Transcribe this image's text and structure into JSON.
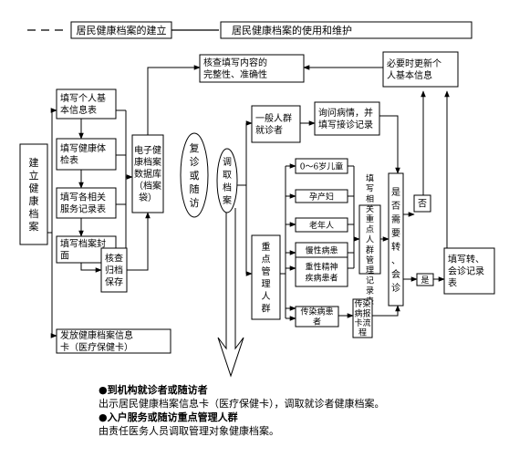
{
  "legend": {
    "left": "居民健康档案的建立",
    "right": "居民健康档案的使用和维护"
  },
  "nodes": {
    "build": [
      "建",
      "立",
      "健",
      "康",
      "档",
      "案"
    ],
    "fill_basic": [
      "填写个人基",
      "本信息表"
    ],
    "fill_health": [
      "填写健康体",
      "检表"
    ],
    "fill_service": [
      "填写各相关",
      "服务记录表"
    ],
    "fill_cover": [
      "填写档案封",
      "面"
    ],
    "check_archive": [
      "核查",
      "归档",
      "保存"
    ],
    "e_archive": [
      "电子健",
      "康档案",
      "数据库",
      "（档案",
      "袋）"
    ],
    "issue_card": [
      "发放健康档案信息",
      "卡（医疗保健卡）"
    ],
    "check_fill": [
      "核查填写内容的",
      "完整性、准确性"
    ],
    "update_info": [
      "必要时更新个",
      "人基本信息"
    ],
    "revisit": [
      "复",
      "诊",
      "或",
      "随",
      "访"
    ],
    "retrieve": [
      "调",
      "取",
      "档",
      "案"
    ],
    "general": [
      "一般人群",
      "就诊者"
    ],
    "inquire": [
      "询问病情，并",
      "填写接诊记录"
    ],
    "key_groups": [
      "重",
      "点",
      "管",
      "理",
      "人",
      "群"
    ],
    "child": [
      "0～6岁儿童"
    ],
    "pregnant": [
      "孕产妇"
    ],
    "elderly": [
      "老年人"
    ],
    "chronic": [
      "慢性病患",
      "者"
    ],
    "mental": [
      "重性精神",
      "疾病患者"
    ],
    "infectious": [
      "传染病患",
      "者"
    ],
    "fill_key": [
      "填",
      "写",
      "相",
      "关",
      "重",
      "点",
      "人",
      "群",
      "管",
      "理",
      "记",
      "录",
      "表"
    ],
    "infectious_report": [
      "传染",
      "病报",
      "卡流",
      "程"
    ],
    "need_referral": [
      "是",
      "否",
      "需",
      "要",
      "转",
      "、",
      "会",
      "诊"
    ],
    "no": [
      "否"
    ],
    "yes": [
      "是"
    ],
    "fill_referral": [
      "填写转、",
      "会诊记录",
      "表"
    ]
  },
  "notes": [
    {
      "title": "●到机构就诊者或随访者",
      "body": "出示居民健康档案信息卡（医疗保健卡），调取就诊者健康档案。"
    },
    {
      "title": "●入户服务或随访重点管理人群",
      "body": "由责任医务人员调取管理对象健康档案。"
    }
  ]
}
